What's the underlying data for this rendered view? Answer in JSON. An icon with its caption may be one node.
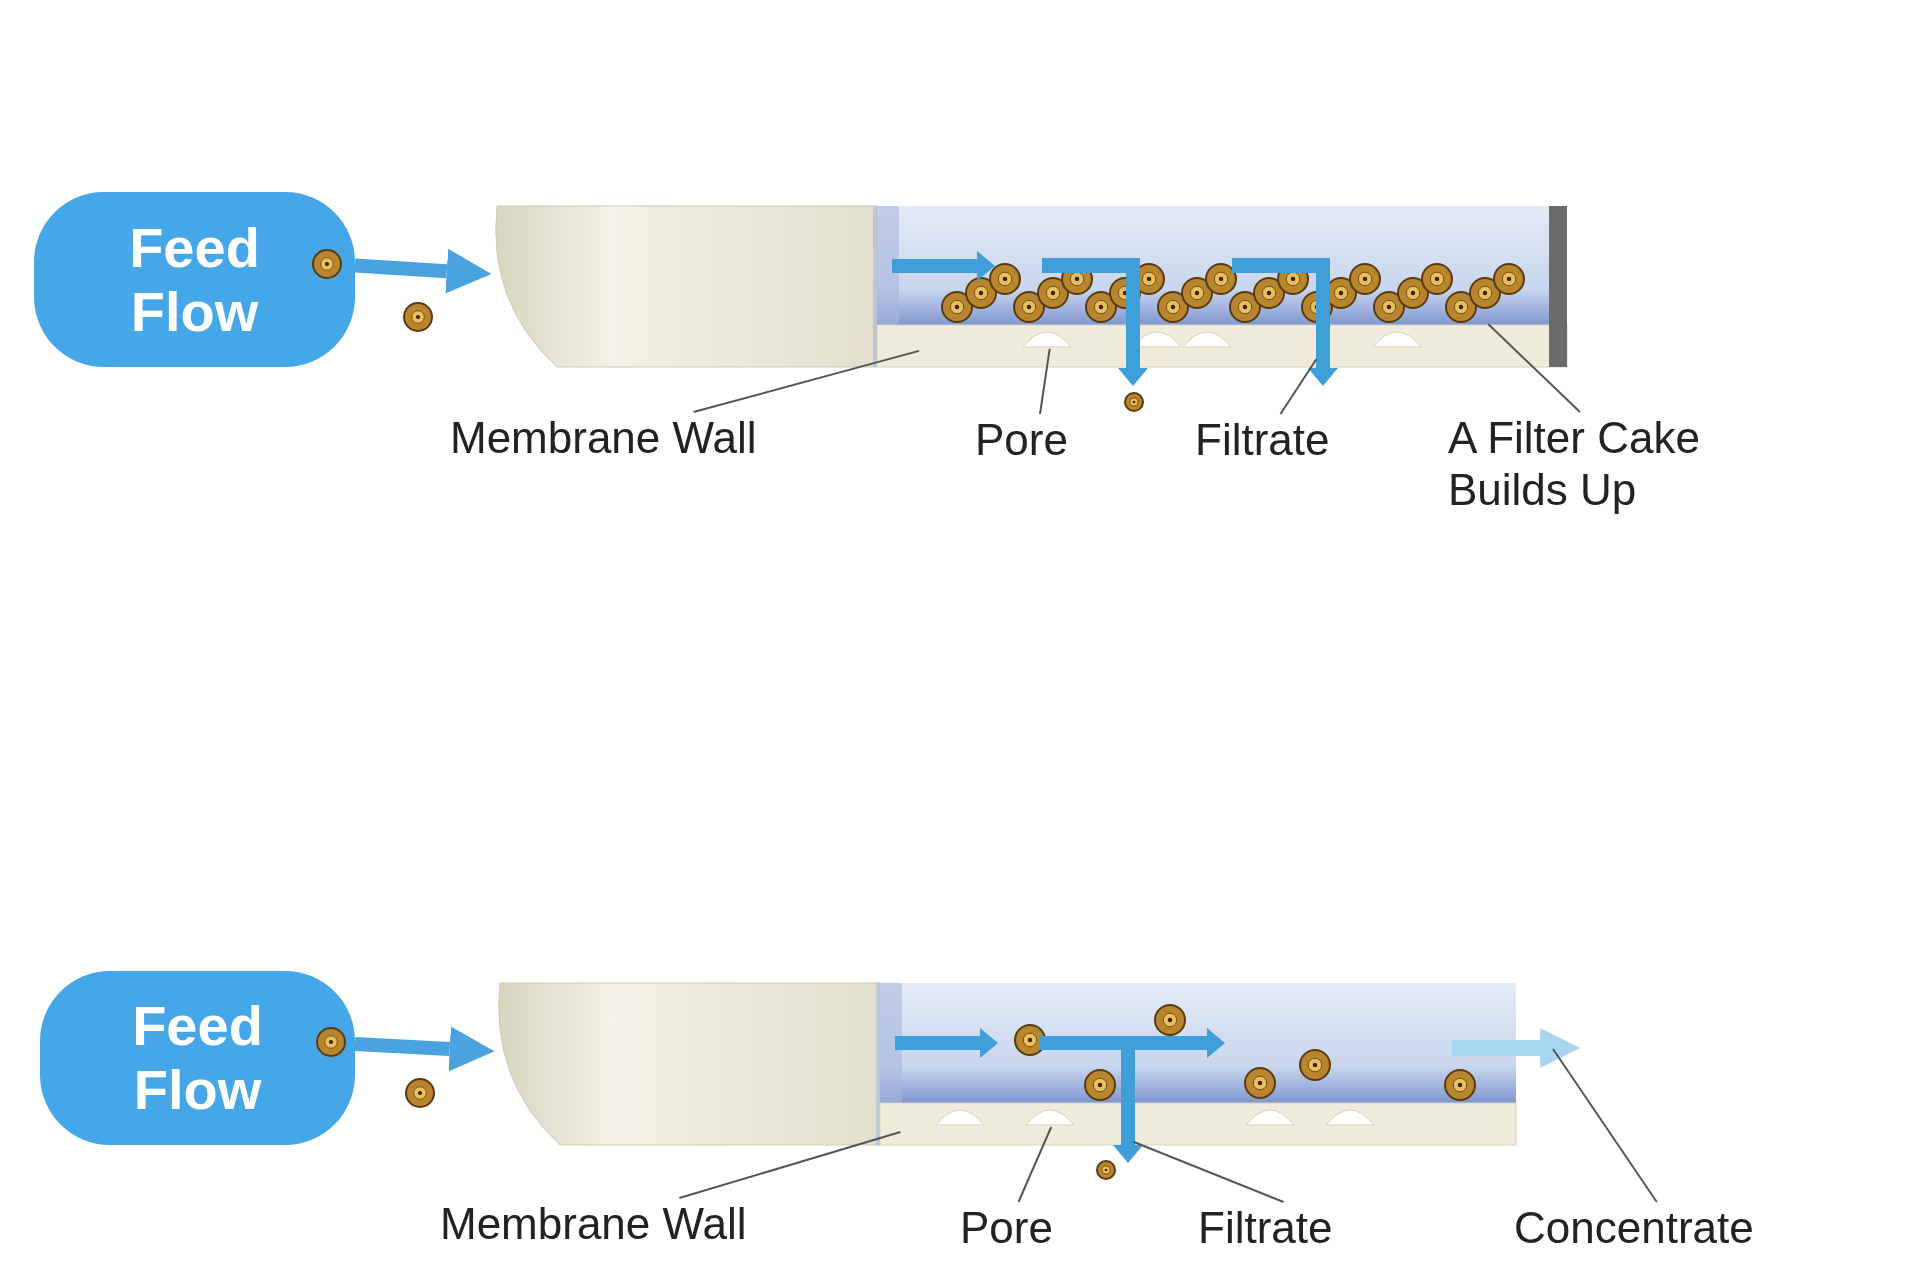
{
  "diagram": {
    "nodes": [
      {
        "text": [
          "Feed Flow"
        ]
      },
      {
        "text": [],
        "shape": "cylinder"
      },
      {
        "text": [
          "Membrane Wall"
        ]
      },
      {
        "text": [
          "Pore"
        ]
      },
      {
        "text": [
          "Filtrate"
        ]
      },
      {
        "text": [
          "A Filter Cake Builds Up"
        ]
      },
      {
        "text": [
          "Feed Flow"
        ]
      },
      {
        "text": [],
        "shape": "cylinder"
      },
      {
        "text": [
          "Membrane Wall"
        ]
      },
      {
        "text": [
          "Pore"
        ]
      },
      {
        "text": [
          "Filtrate"
        ]
      },
      {
        "text": [
          "Concentrate"
        ]
      }
    ],
    "edges": [
      {
        "from": 0,
        "to": 1,
        "arrow": "to",
        "style": "thick",
        "color": "#4aa3df"
      },
      {
        "from": 2,
        "to": 1,
        "arrow": "none"
      },
      {
        "from": 3,
        "to": 1,
        "arrow": "none"
      },
      {
        "from": 4,
        "to": 1,
        "arrow": "none"
      },
      {
        "from": 5,
        "to": 1,
        "arrow": "none"
      },
      {
        "from": 6,
        "to": 7,
        "arrow": "to",
        "style": "thick",
        "color": "#4aa3df"
      },
      {
        "from": 8,
        "to": 7,
        "arrow": "none"
      },
      {
        "from": 9,
        "to": 7,
        "arrow": "none"
      },
      {
        "from": 10,
        "to": 7,
        "arrow": "none"
      },
      {
        "from": 11,
        "to": null,
        "arrow": "none"
      }
    ]
  }
}
